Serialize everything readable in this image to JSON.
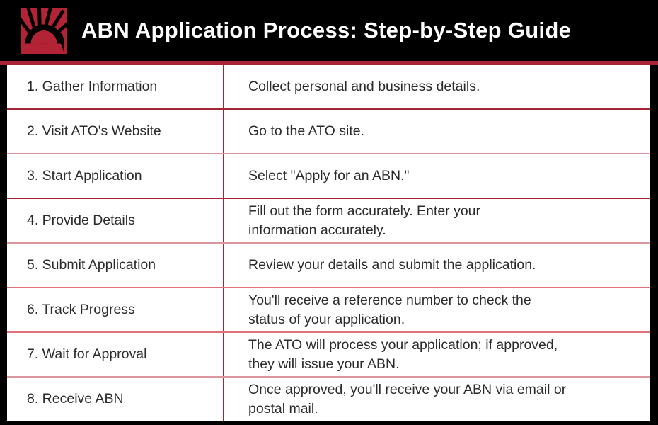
{
  "header": {
    "title": "ABN Application Process: Step-by-Step Guide",
    "logo_icon": "abr-bridge-sunrise-logo"
  },
  "theme": {
    "header_bg": "#000000",
    "title_color": "#ffffff",
    "logo_red": "#b22335",
    "accent_dark_red": "#a32638",
    "separator_light_pink": "#dc96a2",
    "separator_medium_red": "#e0707a",
    "body_text_color": "#2b2b2b",
    "table_bg": "#ffffff"
  },
  "table": {
    "rows": [
      {
        "step": "1. Gather Information",
        "description": "Collect personal and business details."
      },
      {
        "step": "2. Visit ATO's Website",
        "description": "Go to the ATO site."
      },
      {
        "step": "3. Start Application",
        "description": "Select \"Apply for an ABN.\""
      },
      {
        "step": "4. Provide Details",
        "description": "Fill out the form accurately. Enter your\ninformation accurately."
      },
      {
        "step": "5. Submit Application",
        "description": "Review your details and submit the application."
      },
      {
        "step": "6. Track Progress",
        "description": "You'll receive a reference number to check the\nstatus of your application."
      },
      {
        "step": "7. Wait for Approval",
        "description": "The ATO will process your application; if approved,\nthey will issue your ABN."
      },
      {
        "step": "8. Receive ABN",
        "description": "Once approved, you'll receive your ABN via email or\npostal mail."
      }
    ]
  }
}
